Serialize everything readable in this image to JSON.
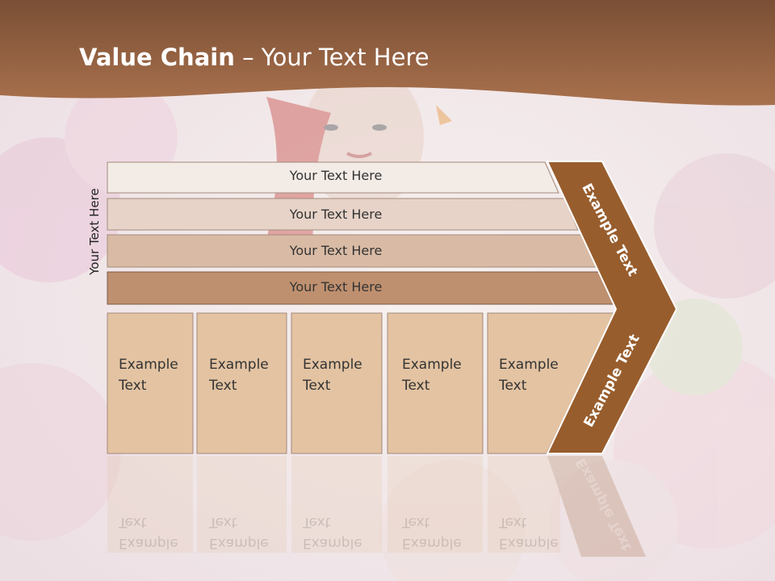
{
  "slide": {
    "title_bold": "Value Chain",
    "title_rest": " – Your Text Here",
    "side_label": "Your Text Here",
    "rows": [
      {
        "label": "Your Text Here"
      },
      {
        "label": "Your Text Here"
      },
      {
        "label": "Your Text Here"
      },
      {
        "label": "Your Text Here"
      }
    ],
    "boxes": [
      {
        "label": "Example\nText"
      },
      {
        "label": "Example\nText"
      },
      {
        "label": "Example\nText"
      },
      {
        "label": "Example\nText"
      },
      {
        "label": "Example\nText"
      }
    ],
    "arrow_top_label": "Example Text",
    "arrow_bottom_label": "Example Text"
  },
  "colors": {
    "header": "#8f5a3a",
    "arrow": "#985d2d",
    "row1": "#f3ebe6",
    "row2": "#e7d3c8",
    "row3": "#d9bba5",
    "row4": "#bf906f",
    "box": "#e3c3a2"
  }
}
